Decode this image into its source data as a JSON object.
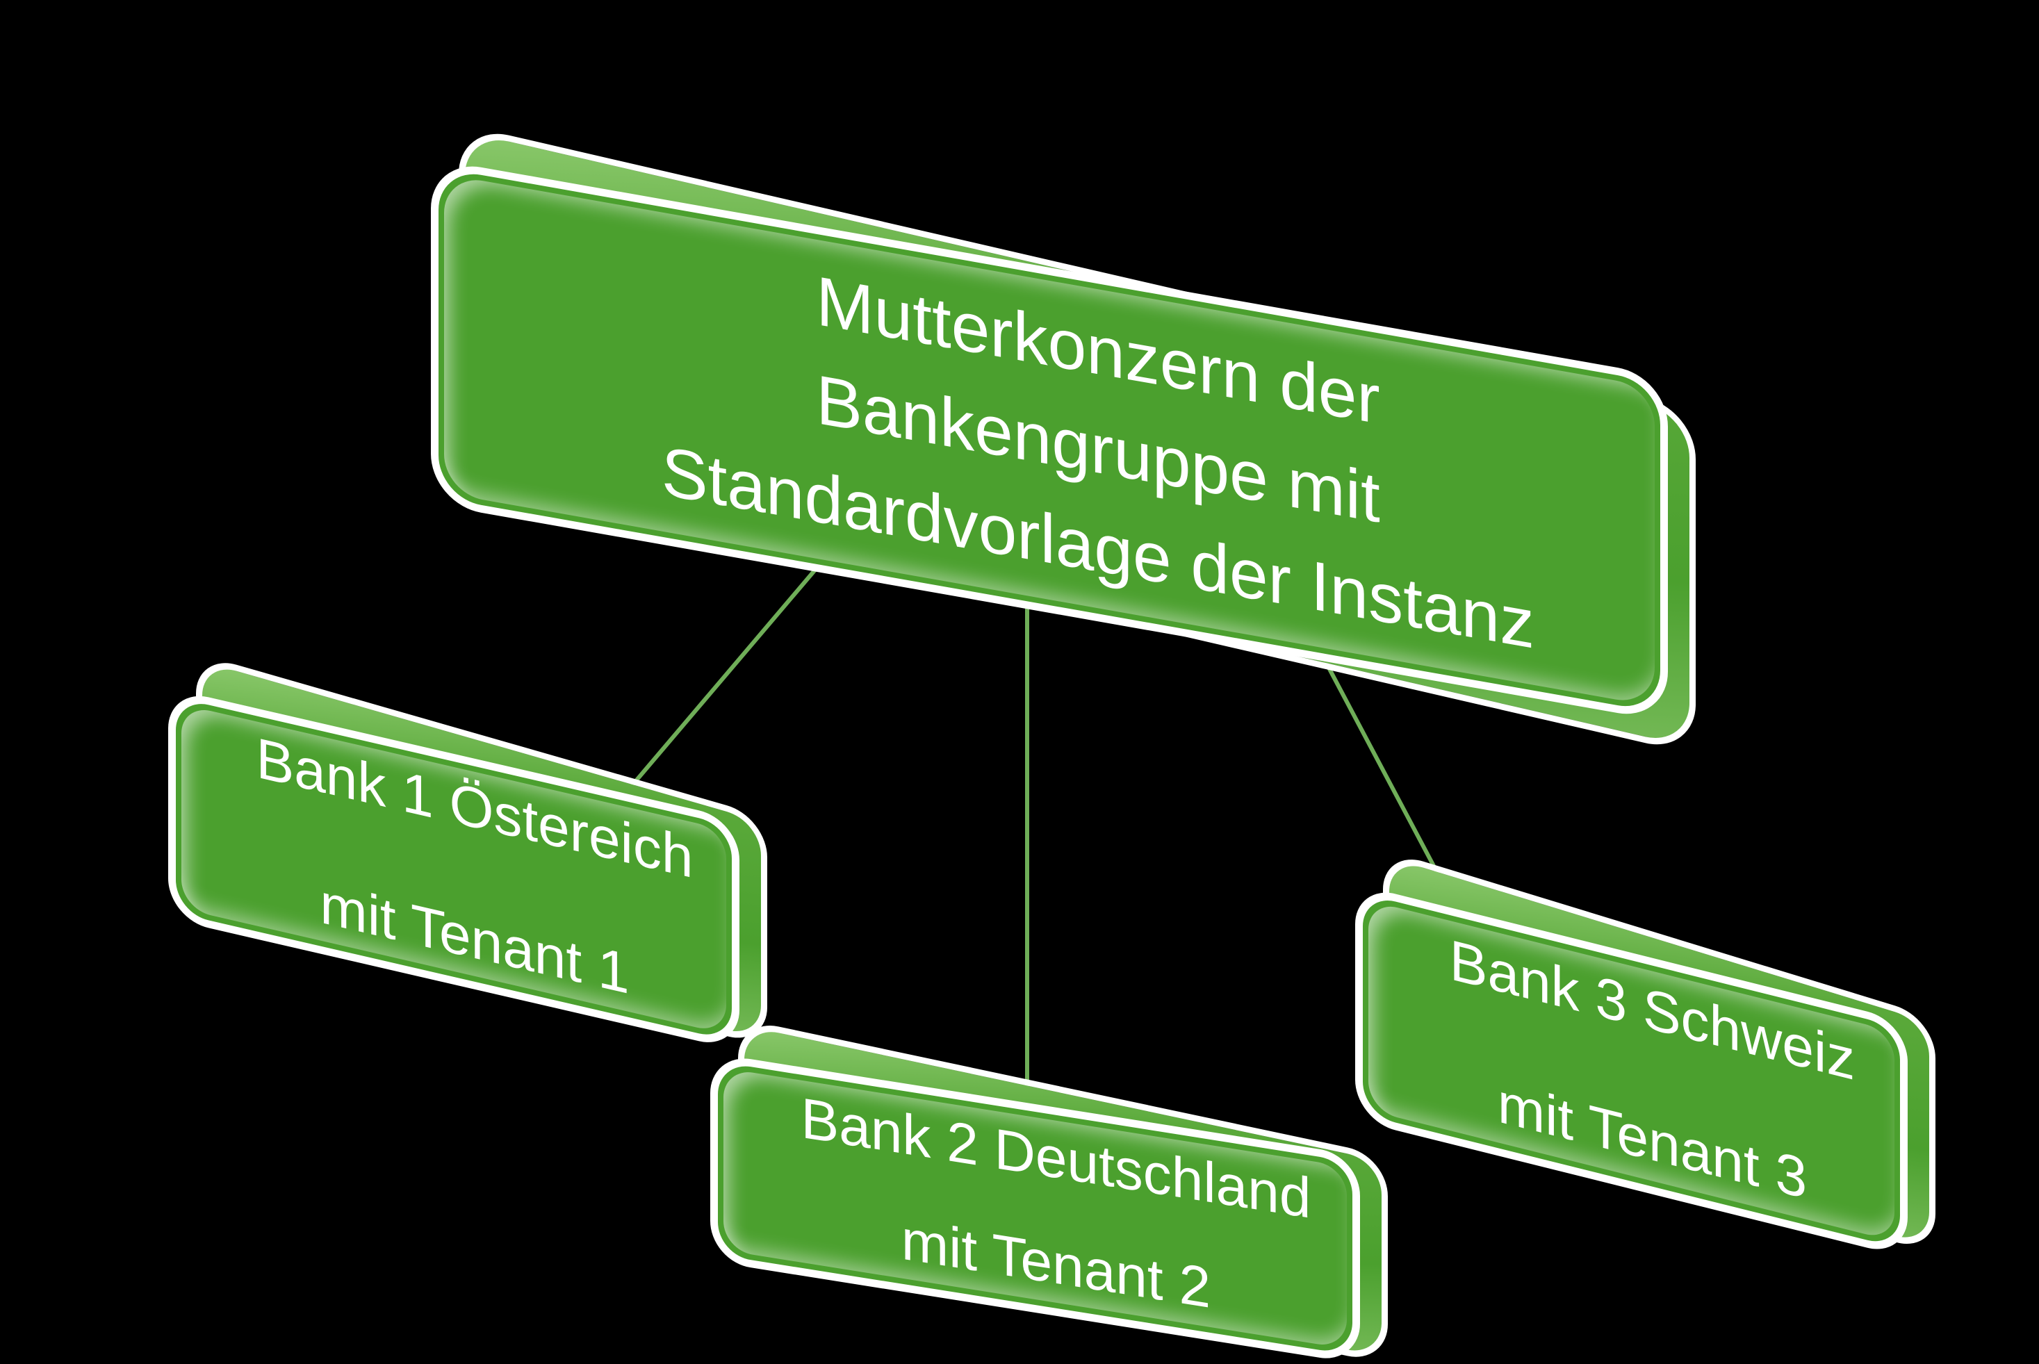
{
  "canvas": {
    "background_color": "#000000"
  },
  "palette": {
    "node_fill": "#4ba02e",
    "node_extrusion_fill": "#5aa93a",
    "node_border": "#ffffff",
    "connector_line": "#6fae58",
    "label_text": "#ffffff"
  },
  "diagram": {
    "type": "hierarchy",
    "root": {
      "id": "mutterkonzern",
      "label_lines": [
        "Mutterkonzern der",
        "Bankengruppe mit",
        "Standardvorlage der Instanz"
      ]
    },
    "children": [
      {
        "id": "bank1",
        "label_lines": [
          "Bank 1 Östereich",
          "mit Tenant 1"
        ]
      },
      {
        "id": "bank2",
        "label_lines": [
          "Bank 2 Deutschland",
          "mit Tenant 2"
        ]
      },
      {
        "id": "bank3",
        "label_lines": [
          "Bank 3 Schweiz",
          "mit Tenant 3"
        ]
      }
    ]
  }
}
